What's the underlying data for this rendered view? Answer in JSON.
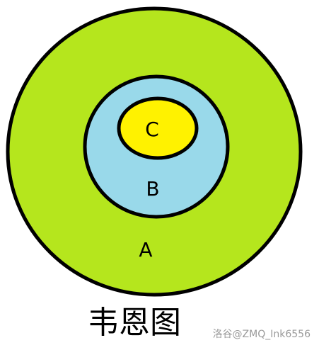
{
  "diagram": {
    "sets": [
      {
        "id": "outer",
        "label": "A",
        "fill": "#b5e61d"
      },
      {
        "id": "middle",
        "label": "B",
        "fill": "#99d9ea"
      },
      {
        "id": "inner",
        "label": "C",
        "fill": "#fff200"
      }
    ],
    "stroke_color": "#000000"
  },
  "caption": "韦恩图",
  "watermark": "洛谷@ZMQ_Ink6556"
}
